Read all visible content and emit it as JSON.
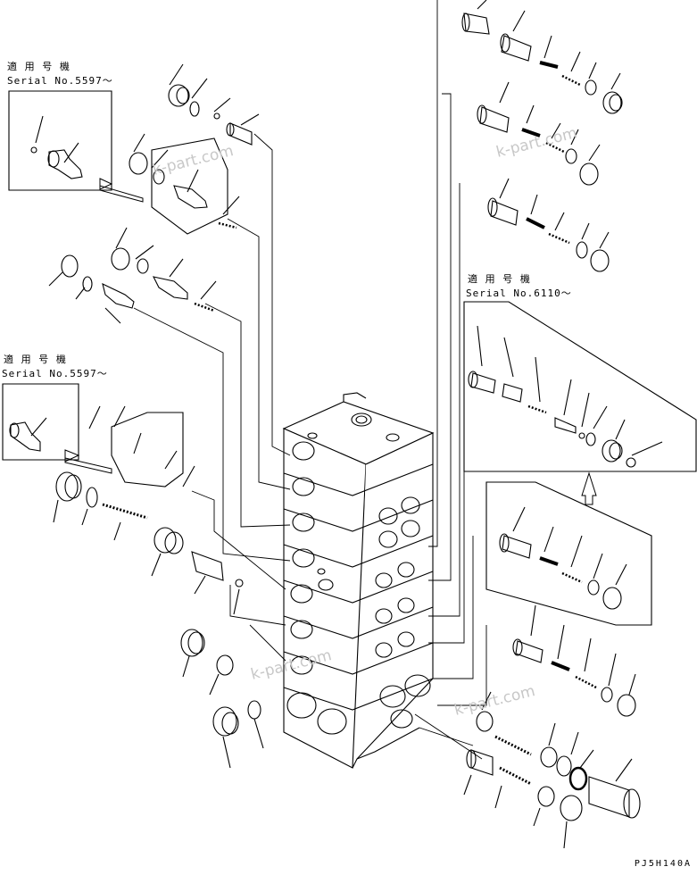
{
  "callouts": [
    {
      "title": "適 用 号 機",
      "serial": "Serial No.5597～"
    },
    {
      "title": "適 用 号 機",
      "serial": "Serial No.5597～"
    },
    {
      "title": "適 用 号 機",
      "serial": "Serial No.6110～"
    }
  ],
  "watermark": "k-part.com",
  "drawing_code": "PJ5H140A"
}
